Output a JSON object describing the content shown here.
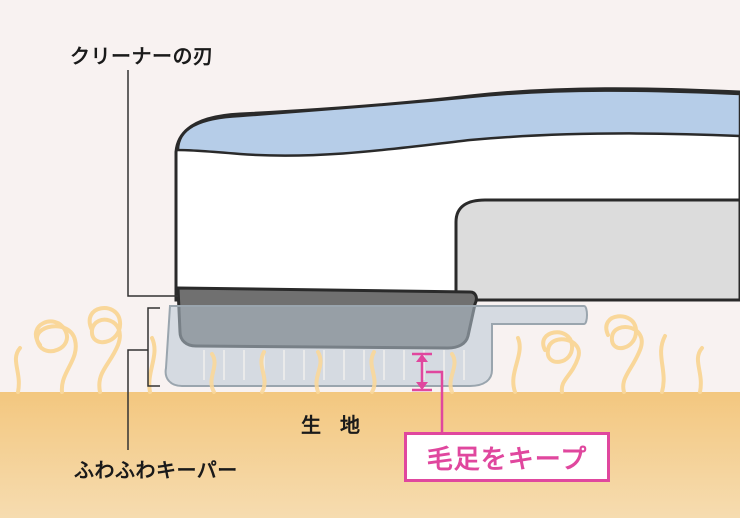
{
  "labels": {
    "blade": "クリーナーの刃",
    "keeper": "ふわふわキーパー",
    "fabric": "生 地",
    "callout": "毛足をキープ"
  },
  "colors": {
    "background": "#f8f2f1",
    "fabric": "#f3c77f",
    "fiber": "#f9d79a",
    "accent": "#e0479e",
    "body_blue": "#b6cde8",
    "body_white": "#ffffff",
    "grip_gray": "#dcdcdc",
    "blade_gray": "#707070",
    "keeper_gray": "#bcc3c9",
    "outline": "#2a2a2a"
  },
  "icons": [
    "height-arrow-icon"
  ]
}
